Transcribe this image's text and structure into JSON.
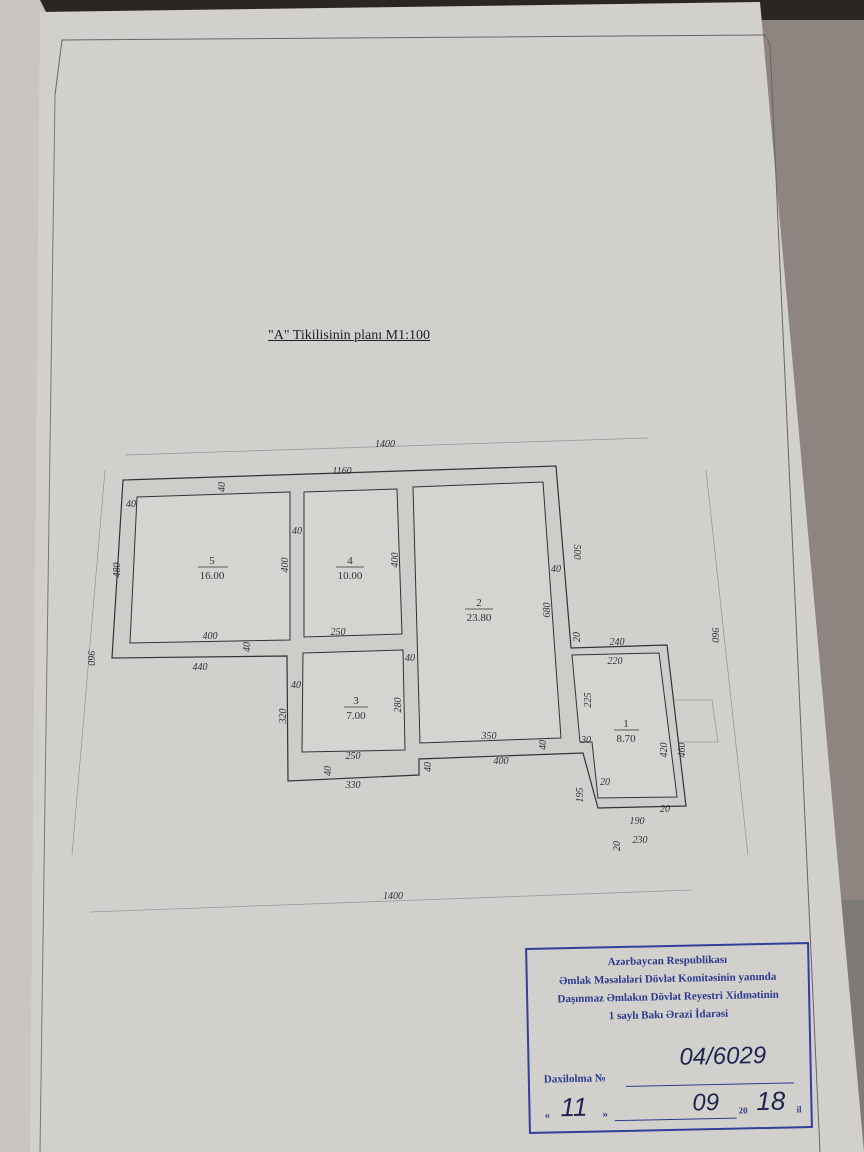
{
  "document": {
    "title": "\"A\" Tikilisinin planı  M1:100"
  },
  "plan": {
    "rooms": [
      {
        "number": "5",
        "area": "16.00"
      },
      {
        "number": "4",
        "area": "10.00"
      },
      {
        "number": "3",
        "area": "7.00"
      },
      {
        "number": "2",
        "area": "23.80"
      },
      {
        "number": "1",
        "area": "8.70"
      }
    ],
    "dimensions": [
      "1400",
      "1160",
      "40",
      "40",
      "480",
      "40",
      "400",
      "400",
      "400",
      "250",
      "40",
      "440",
      "960",
      "40",
      "40",
      "320",
      "280",
      "250",
      "40",
      "330",
      "40",
      "500",
      "40",
      "680",
      "20",
      "240",
      "220",
      "225",
      "350",
      "40",
      "400",
      "30",
      "420",
      "460",
      "960",
      "195",
      "20",
      "20",
      "190",
      "230",
      "20",
      "1400"
    ]
  },
  "stamp": {
    "line1": "Azərbaycan Respublikası",
    "line2": "Əmlak Məsələləri Dövlət Komitəsinin yanında",
    "line3": "Daşınmaz Əmlakın Dövlət Reyestri Xidmətinin",
    "line4": "1 saylı Bakı Ərazi İdarəsi",
    "reg_label": "Daxilolma №",
    "reg_number": "04/6029",
    "day": "11",
    "month": "09",
    "year_prefix": "20",
    "year": "18",
    "year_suffix": "il",
    "quote_open": "«",
    "quote_close": "»"
  }
}
